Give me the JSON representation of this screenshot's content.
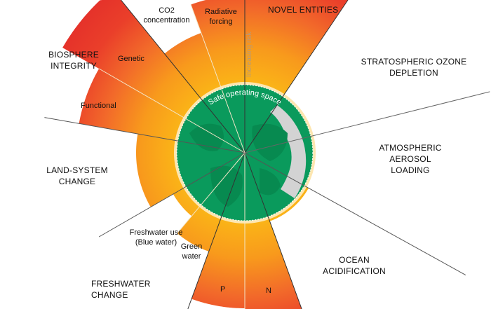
{
  "title_safe": "Safe operating space",
  "risk_label": "Increasing risk",
  "boundaries": {
    "novel_entities": "NOVEL ENTITIES",
    "ozone": "STRATOSPHERIC OZONE DEPLETION",
    "aerosol": "ATMOSPHERIC AEROSOL LOADING",
    "ocean": "OCEAN ACIDIFICATION",
    "freshwater": "FRESHWATER CHANGE",
    "land": "LAND-SYSTEM CHANGE",
    "biosphere": "BIOSPHERE INTEGRITY"
  },
  "sub": {
    "co2": "CO2 concentration",
    "radiative": "Radiative forcing",
    "genetic": "Genetic",
    "functional": "Functional",
    "blue_water": "Freshwater use (Blue water)",
    "green_water": "Green water",
    "p": "P",
    "n": "N"
  },
  "colors": {
    "safe": "#0a9a5c",
    "yellow": "#fbb617",
    "orange": "#f58a1f",
    "red": "#e6332a"
  }
}
